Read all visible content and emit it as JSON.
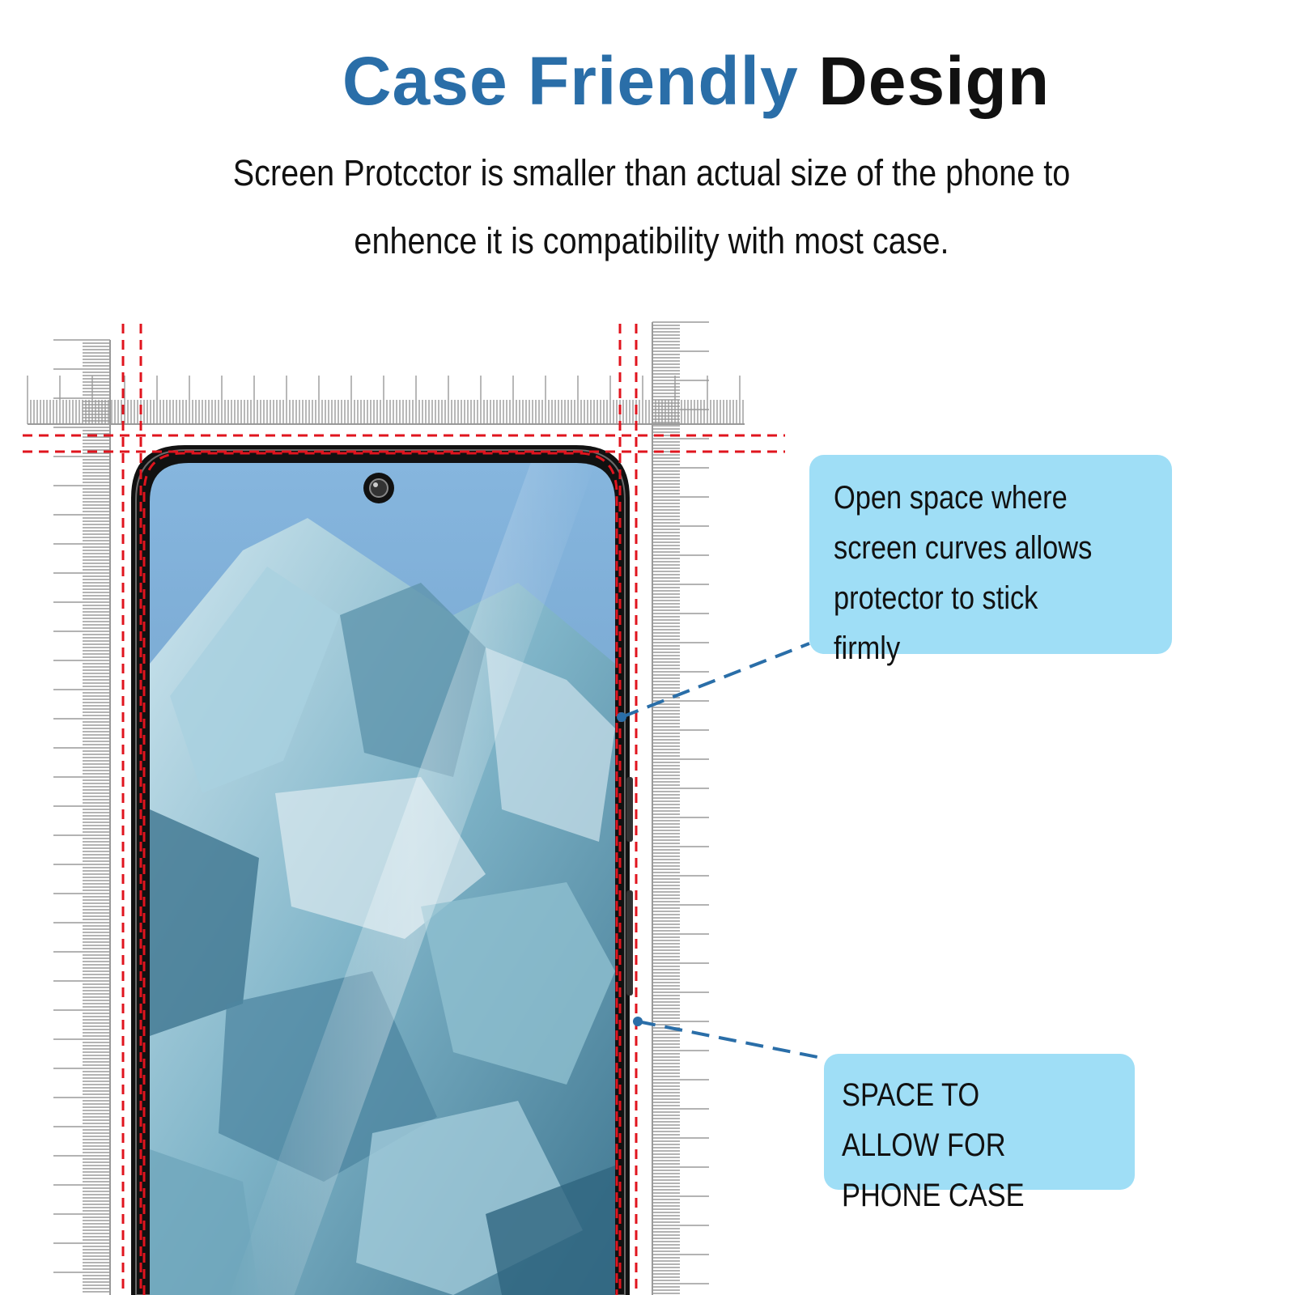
{
  "title": {
    "part1": "Case Friendly",
    "part2": "Design"
  },
  "subtitle": {
    "line1": "Screen Protcctor is smaller than actual size of the phone to",
    "line2": "enhence it is compatibility with most case."
  },
  "callouts": {
    "screen_curve": "Open space where screen curves allows protector to stick firmly",
    "case_space": "SPACE TO ALLOW FOR PHONE CASE"
  },
  "colors": {
    "title_blue": "#2a6ea8",
    "callout_bg": "#9fdef6",
    "guide_red": "#e0141e",
    "leader_blue": "#2a6ea8",
    "ruler_gray": "#9a9a9a"
  },
  "icons": {
    "camera": "camera-icon"
  }
}
